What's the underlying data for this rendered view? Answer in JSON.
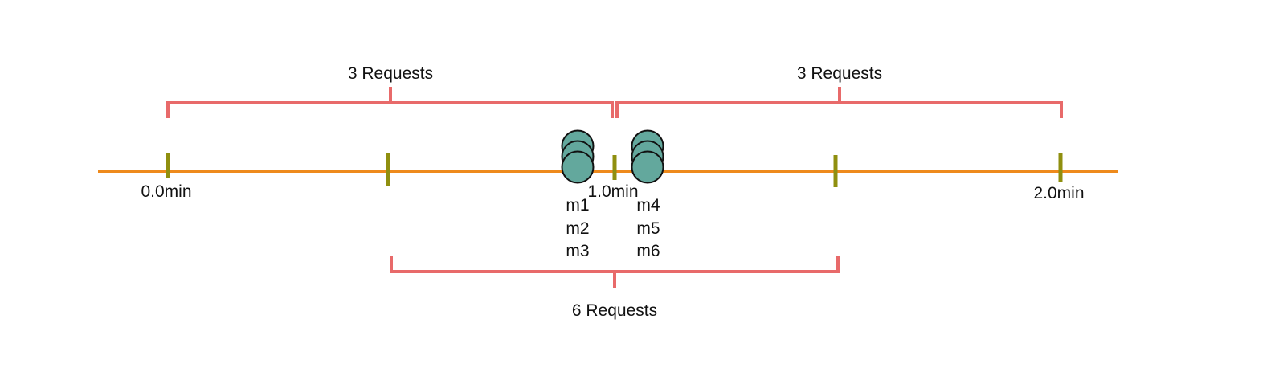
{
  "colors": {
    "timeline": "#ee8a1c",
    "tick": "#8f8f0f",
    "bracket": "#e86a6a",
    "message_fill": "#63a89d",
    "message_stroke": "#111111",
    "text": "#111111"
  },
  "ticks": [
    {
      "label": "0.0min"
    },
    {
      "label": ""
    },
    {
      "label": "1.0min"
    },
    {
      "label": ""
    },
    {
      "label": "2.0min"
    }
  ],
  "message_groups": [
    {
      "labels": [
        "m1",
        "m2",
        "m3"
      ]
    },
    {
      "labels": [
        "m4",
        "m5",
        "m6"
      ]
    }
  ],
  "windows": {
    "first_window_label": "3 Requests",
    "second_window_label": "3 Requests",
    "sliding_window_label": "6 Requests"
  }
}
